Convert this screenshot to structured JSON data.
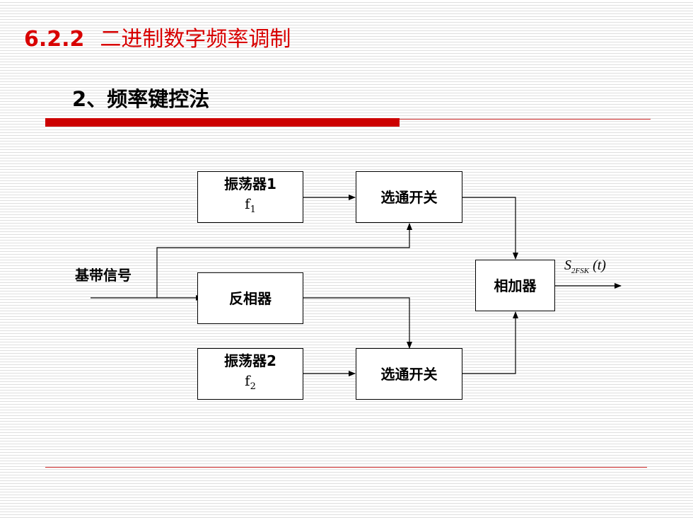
{
  "header": {
    "section_number": "6.2.2",
    "section_title": "二进制数字频率调制"
  },
  "subtitle": {
    "number": "2",
    "text": "、频率键控法"
  },
  "diagram": {
    "input_label": "基带信号",
    "oscillator_1": {
      "name": "振荡器1",
      "freq": "f",
      "freq_sub": "1"
    },
    "oscillator_2": {
      "name": "振荡器2",
      "freq": "f",
      "freq_sub": "2"
    },
    "inverter": "反相器",
    "gate_1": "选通开关",
    "gate_2": "选通开关",
    "adder": "相加器",
    "output": {
      "symbol": "S",
      "subscript": "2FSK",
      "argument": "(t)"
    }
  }
}
